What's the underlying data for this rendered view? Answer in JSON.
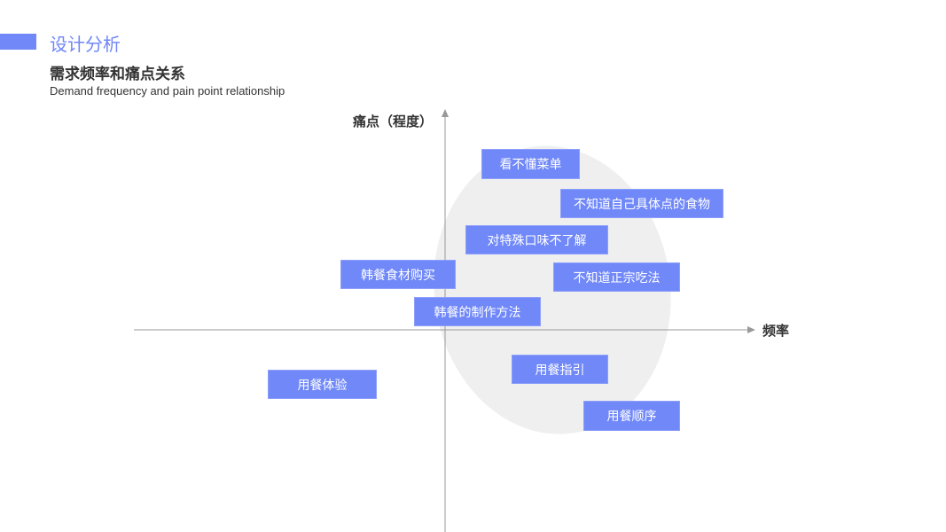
{
  "header": {
    "title": "设计分析",
    "subtitle": "需求频率和痛点关系",
    "subtitle_en": "Demand frequency and pain point relationship"
  },
  "diagram": {
    "y_axis_label": "痛点（程度）",
    "x_axis_label": "频率",
    "items": [
      "看不懂菜单",
      "不知道自己具体点的食物",
      "对特殊口味不了解",
      "韩餐食材购买",
      "不知道正宗吃法",
      "韩餐的制作方法",
      "用餐指引",
      "用餐体验",
      "用餐顺序"
    ]
  },
  "colors": {
    "accent": "#7088f8",
    "highlight_area": "#efefef",
    "axis": "#999999"
  }
}
